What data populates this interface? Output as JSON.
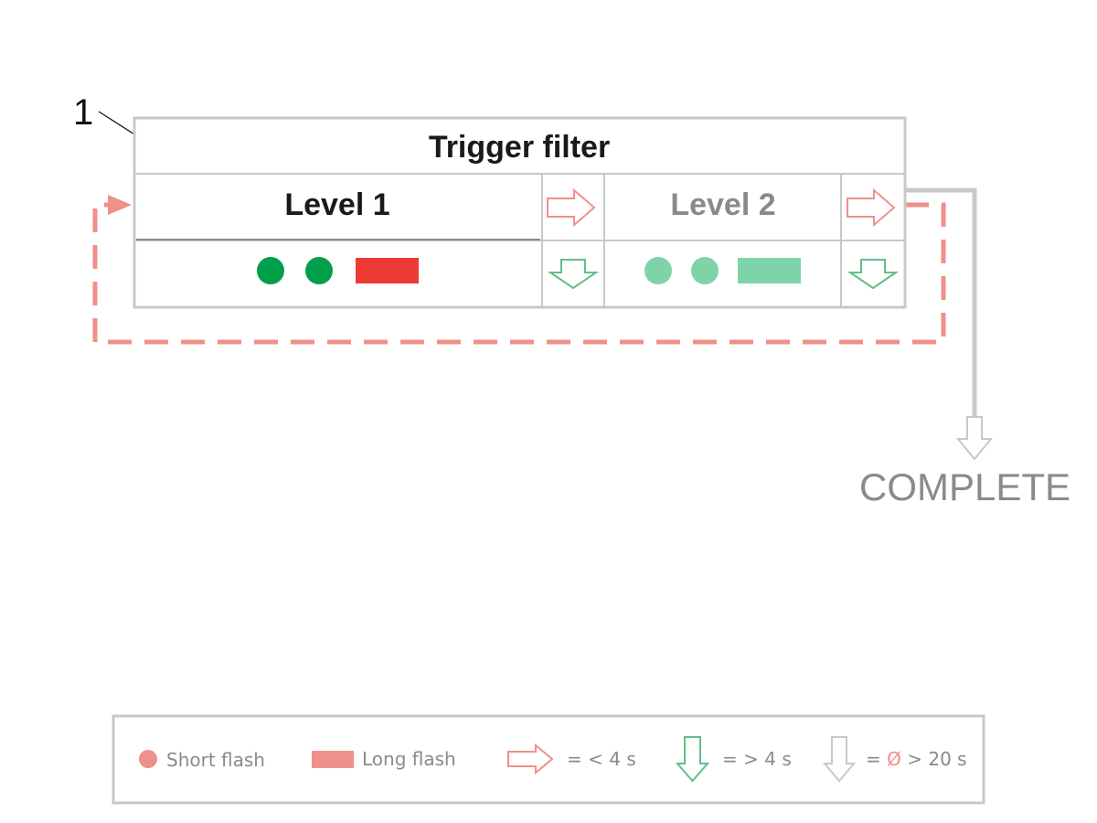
{
  "callout": {
    "number": "1"
  },
  "table": {
    "title": "Trigger filter",
    "level1": {
      "label": "Level 1"
    },
    "level2": {
      "label": "Level 2"
    }
  },
  "complete_label": "COMPLETE",
  "legend": {
    "short_flash": "Short flash",
    "long_flash": "Long flash",
    "less_4s": "= < 4 s",
    "more_4s": "= > 4 s",
    "more_20s_prefix": "=",
    "more_20s_symbol": "Ø",
    "more_20s_suffix": "> 20 s"
  },
  "colors": {
    "border": "#c8c8c8",
    "dark_green": "#00a04a",
    "light_green": "#7fd3a8",
    "red": "#ee3a34",
    "pink": "#f0908a",
    "grey_text": "#8a8a8a"
  }
}
